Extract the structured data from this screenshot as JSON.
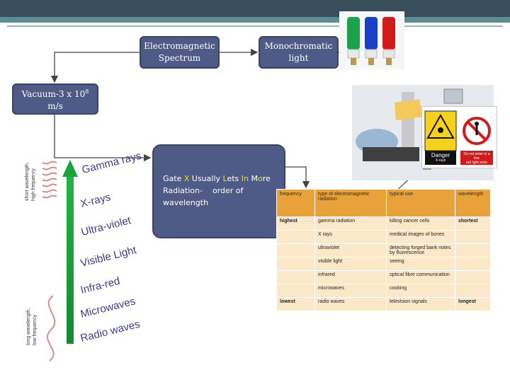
{
  "boxes": {
    "electromagnetic_line1": "Electromagnetic",
    "electromagnetic_line2": "Spectrum",
    "monochromatic_line1": "Monochromatic",
    "monochromatic_line2": "light",
    "vacuum_prefix": "Vacuum-",
    "vacuum_value": "3 x 10",
    "vacuum_exp": "8",
    "vacuum_unit": "m/s",
    "gate_words": [
      {
        "text": "Gate ",
        "hl": false
      },
      {
        "text": "X",
        "hl": true
      },
      {
        "text": " Usually ",
        "hl": false
      },
      {
        "text": "L",
        "hl": true
      },
      {
        "text": "ets ",
        "hl": false
      },
      {
        "text": "In",
        "hl": true
      },
      {
        "text": " M",
        "hl": false
      },
      {
        "text": "o",
        "hl": true
      },
      {
        "text": "re",
        "hl": false
      }
    ],
    "gate_line2": "Radiation-    order of",
    "gate_line3": "wavelength"
  },
  "spectrum": {
    "gamma": "Gamma rays",
    "xrays": "X-rays",
    "uv": "Ultra-violet",
    "visible": "Visible Light",
    "ir": "Infra-red",
    "micro": "Microwaves",
    "radio": "Radio waves",
    "short_label_1": "short wavelength,",
    "short_label_2": "high frequency",
    "long_label_1": "long wavelength,",
    "long_label_2": "low frequency"
  },
  "signs": {
    "danger": "Danger",
    "xrays": "X-rays",
    "restricted_1": "Do not enter in a line",
    "restricted_2": "red light zone"
  },
  "table": {
    "headers": [
      "frequency",
      "type of electromagnetic radiation",
      "typical use",
      "wavelength"
    ],
    "rows": [
      [
        "highest",
        "gamma radiation",
        "killing cancer cells",
        "shortest"
      ],
      [
        "",
        "X rays",
        "medical images of bones",
        ""
      ],
      [
        "",
        "ultraviolet",
        "detecting forged bank notes by fluorescence",
        ""
      ],
      [
        "",
        "visible light",
        "seeing",
        ""
      ],
      [
        "",
        "infrared",
        "optical fibre communication",
        ""
      ],
      [
        "",
        "microwaves",
        "cooking",
        ""
      ],
      [
        "lowest",
        "radio waves",
        "television signals",
        "longest"
      ]
    ]
  },
  "colors": {
    "box_fill": "#4f5b87",
    "header_bar": "#3a4f5c",
    "table_header": "#e9a23a",
    "table_cell": "#fbe8c8",
    "arrow_green": "#19a33a",
    "highlight_text": "#f2e200"
  }
}
